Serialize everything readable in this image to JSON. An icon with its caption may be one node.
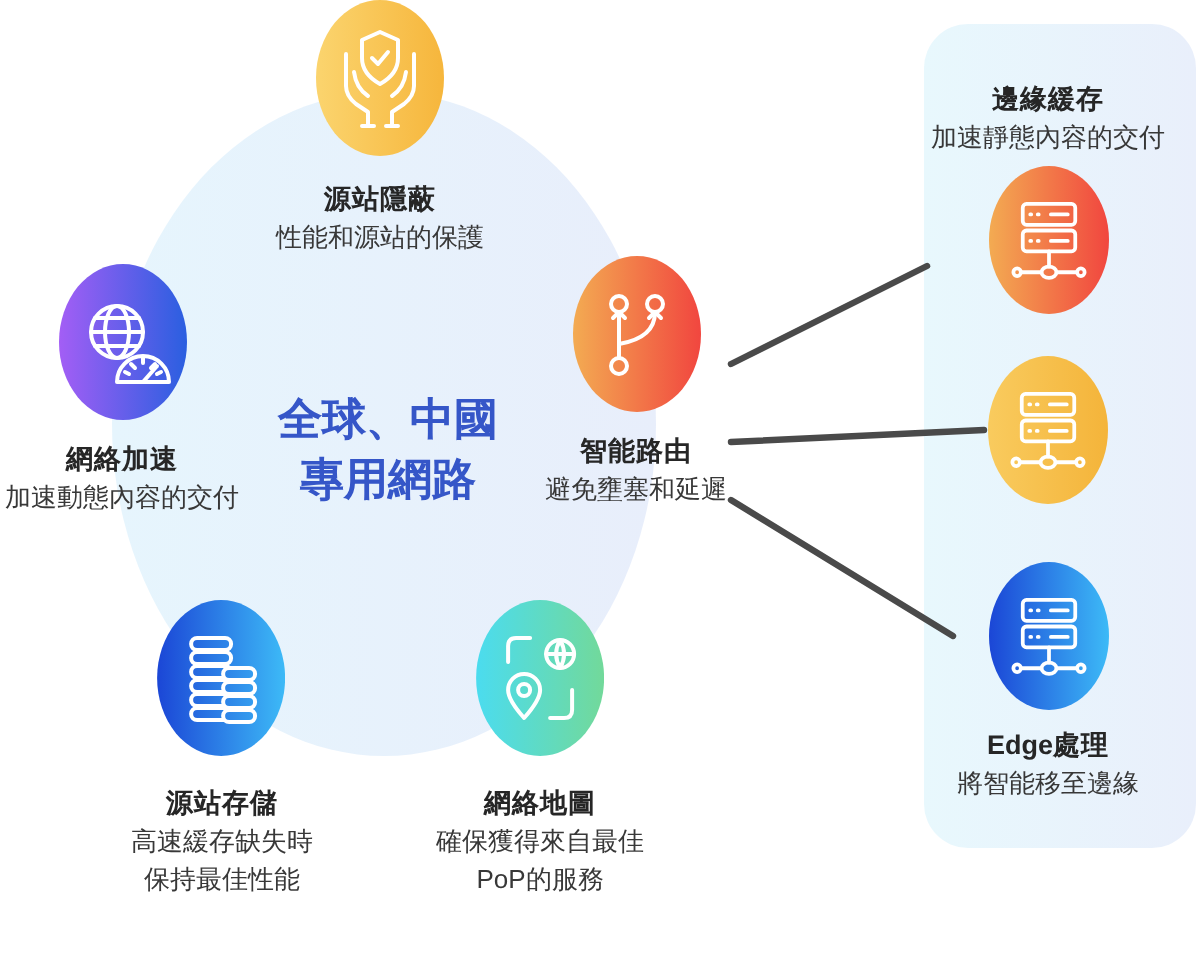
{
  "diagram": {
    "nodes": [
      {
        "text": [
          "全球、中國專用網路"
        ]
      },
      {
        "text": [
          "源站隱蔽",
          "性能和源站的保護"
        ]
      },
      {
        "text": [
          "網絡加速",
          "加速動態內容的交付"
        ]
      },
      {
        "text": [
          "智能路由",
          "避免壅塞和延遲"
        ]
      },
      {
        "text": [
          "源站存儲",
          "高速緩存缺失時保持最佳性能"
        ]
      },
      {
        "text": [
          "網絡地圖",
          "確保獲得來自最佳PoP的服務"
        ]
      },
      {
        "text": [],
        "shape": "box"
      },
      {
        "text": [
          "邊緣緩存",
          "加速靜態內容的交付"
        ],
        "in": 6
      },
      {
        "text": [],
        "shape": "circle",
        "in": 6
      },
      {
        "text": [
          "Edge處理",
          "將智能移至邊緣"
        ],
        "in": 6
      }
    ],
    "edges": [
      {
        "from": 3,
        "to": 7,
        "arrow": "none"
      },
      {
        "from": 3,
        "to": 8,
        "arrow": "none"
      },
      {
        "from": 3,
        "to": 9,
        "arrow": "none"
      }
    ]
  }
}
